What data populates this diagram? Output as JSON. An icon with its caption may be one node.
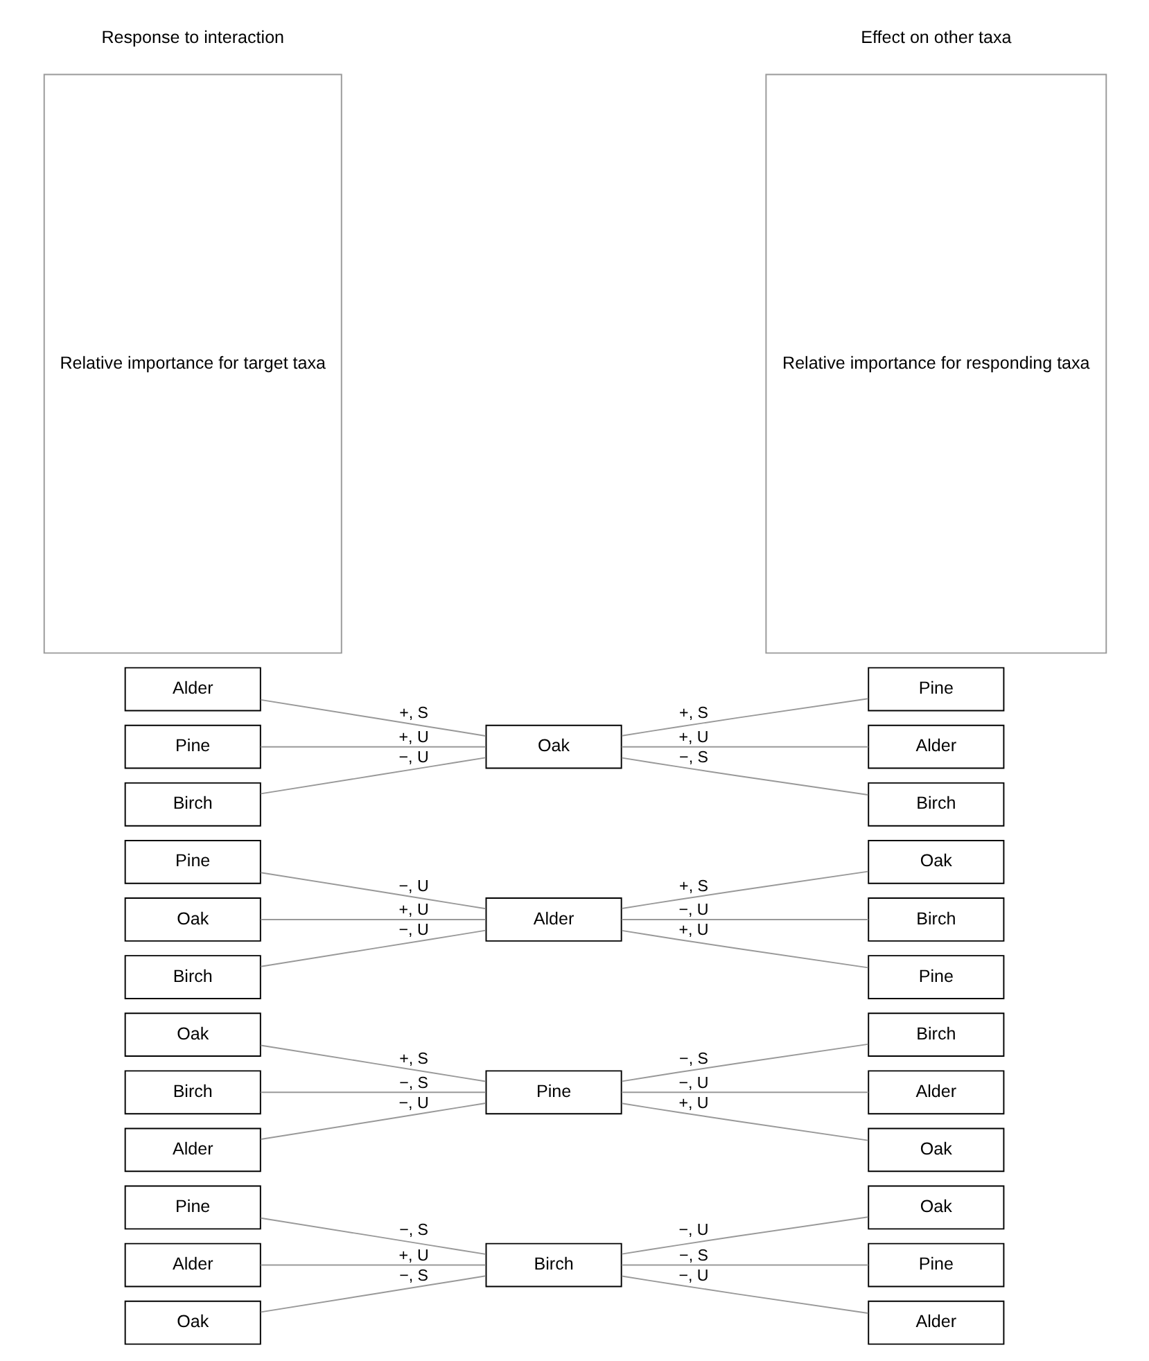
{
  "diagram": {
    "nodes": [
      {
        "text": [
          "Pine"
        ]
      },
      {
        "text": [
          "Alder"
        ]
      },
      {
        "text": [
          "Oak"
        ]
      },
      {
        "text": [
          "Birch"
        ]
      },
      {
        "text": [
          "Oak"
        ]
      },
      {
        "text": [
          "Pine"
        ]
      },
      {
        "text": [
          "Alder"
        ]
      },
      {
        "text": [
          "Oak"
        ]
      },
      {
        "text": [
          "Birch"
        ]
      },
      {
        "text": [
          "Alder"
        ]
      },
      {
        "text": [
          "Pine"
        ]
      },
      {
        "text": [
          "Birch"
        ]
      },
      {
        "text": [
          "Alder"
        ]
      },
      {
        "text": [
          "Oak"
        ]
      },
      {
        "text": [
          "Pine"
        ]
      },
      {
        "text": [
          "Oak"
        ]
      },
      {
        "text": [
          "Birch"
        ]
      },
      {
        "text": [
          "Alder"
        ]
      },
      {
        "text": [
          "Oak"
        ]
      },
      {
        "text": [
          "Birch"
        ]
      },
      {
        "text": [
          "Pine"
        ]
      },
      {
        "text": [
          "Alder"
        ]
      },
      {
        "text": [
          "Pine"
        ]
      },
      {
        "text": [
          "Birch"
        ]
      },
      {
        "text": [
          "Oak"
        ]
      },
      {
        "text": [
          "Pine"
        ]
      },
      {
        "text": [
          "Alder"
        ]
      },
      {
        "text": [
          "Birch"
        ]
      },
      {
        "text": [
          "Relative importance for target taxa"
        ]
      },
      {
        "text": [
          "Relative importance for responding taxa"
        ]
      }
    ],
    "edges": [
      {
        "from": 0,
        "to": 3,
        "arrow": "none",
        "label": "−, S"
      },
      {
        "from": 1,
        "to": 3,
        "arrow": "none",
        "label": "+, U"
      },
      {
        "from": 2,
        "to": 3,
        "arrow": "none",
        "label": "−, S"
      },
      {
        "from": 3,
        "to": 4,
        "arrow": "none",
        "label": "−, U"
      },
      {
        "from": 3,
        "to": 5,
        "arrow": "none",
        "label": "−, S"
      },
      {
        "from": 3,
        "to": 6,
        "arrow": "none",
        "label": "−, U"
      },
      {
        "from": 7,
        "to": 10,
        "arrow": "none",
        "label": "+, S"
      },
      {
        "from": 8,
        "to": 10,
        "arrow": "none",
        "label": "−, S"
      },
      {
        "from": 9,
        "to": 10,
        "arrow": "none",
        "label": "−, U"
      },
      {
        "from": 10,
        "to": 11,
        "arrow": "none",
        "label": "−, S"
      },
      {
        "from": 10,
        "to": 12,
        "arrow": "none",
        "label": "−, U"
      },
      {
        "from": 10,
        "to": 13,
        "arrow": "none",
        "label": "+, U"
      },
      {
        "from": 14,
        "to": 17,
        "arrow": "none",
        "label": "−, U"
      },
      {
        "from": 15,
        "to": 17,
        "arrow": "none",
        "label": "+, U"
      },
      {
        "from": 16,
        "to": 17,
        "arrow": "none",
        "label": "−, U"
      },
      {
        "from": 17,
        "to": 18,
        "arrow": "none",
        "label": "+, S"
      },
      {
        "from": 17,
        "to": 19,
        "arrow": "none",
        "label": "−, U"
      },
      {
        "from": 17,
        "to": 20,
        "arrow": "none",
        "label": "+, U"
      },
      {
        "from": 21,
        "to": 24,
        "arrow": "none",
        "label": "+, S"
      },
      {
        "from": 22,
        "to": 24,
        "arrow": "none",
        "label": "+, U"
      },
      {
        "from": 23,
        "to": 24,
        "arrow": "none",
        "label": "−, U"
      },
      {
        "from": 24,
        "to": 25,
        "arrow": "none",
        "label": "+, S"
      },
      {
        "from": 24,
        "to": 26,
        "arrow": "none",
        "label": "+, U"
      },
      {
        "from": 24,
        "to": 27,
        "arrow": "none",
        "label": "−, S"
      }
    ],
    "labels": [
      "Response to interaction",
      "Effect on other taxa"
    ]
  }
}
